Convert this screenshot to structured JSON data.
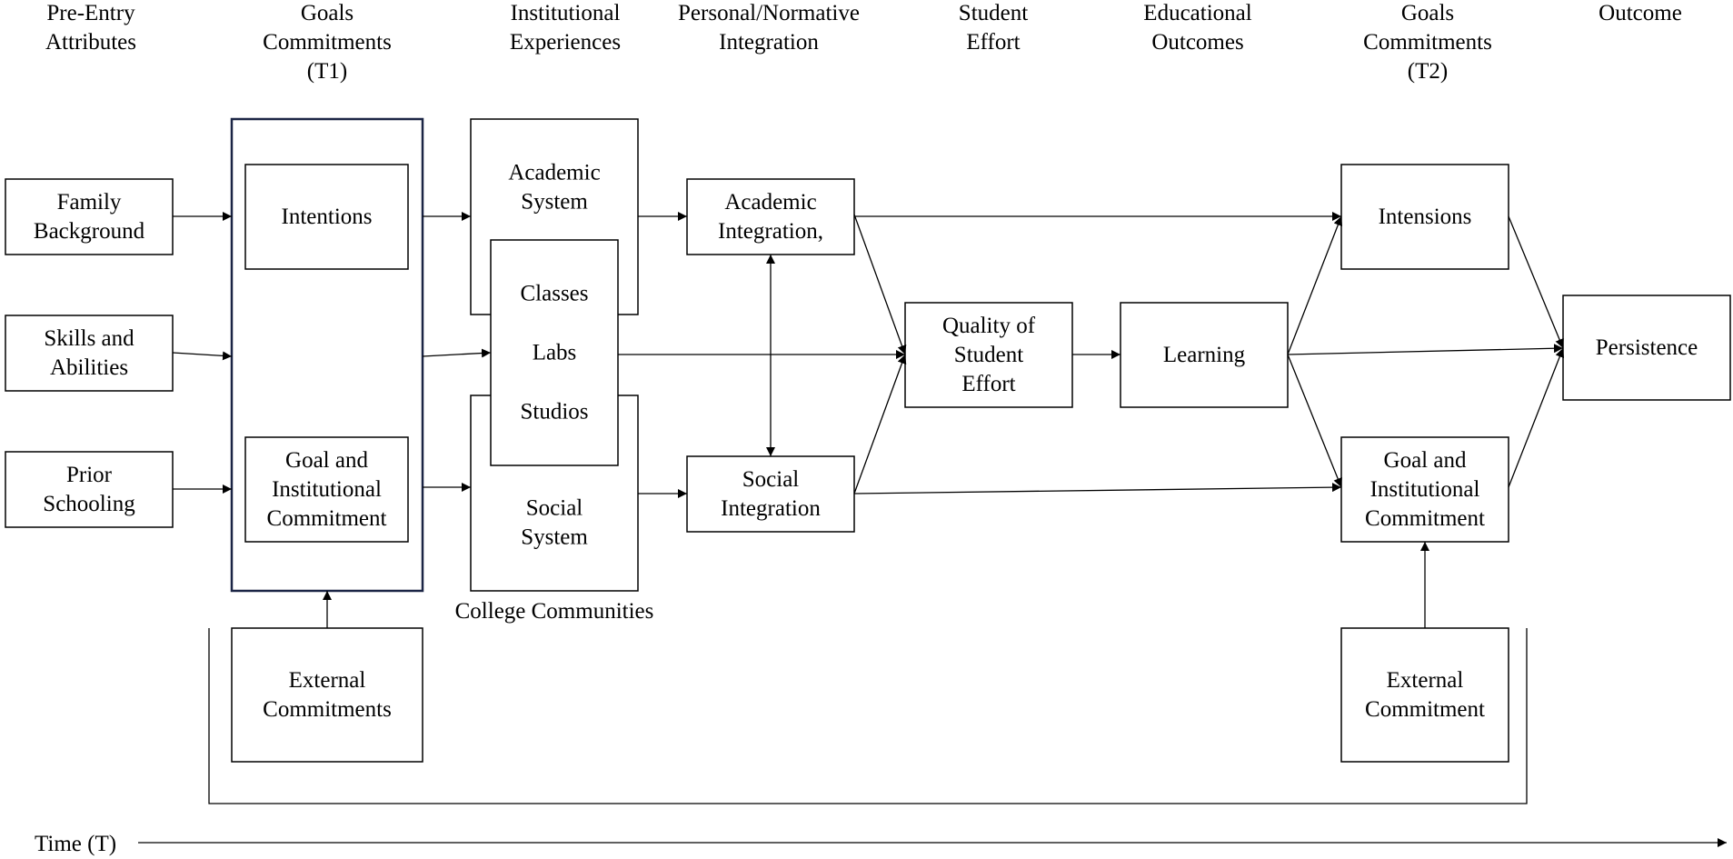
{
  "headers": [
    {
      "id": "pre-entry",
      "lines": [
        "Pre-Entry",
        "Attributes"
      ]
    },
    {
      "id": "goals-t1",
      "lines": [
        "Goals",
        "Commitments",
        "(T1)"
      ]
    },
    {
      "id": "institutional",
      "lines": [
        "Institutional",
        "Experiences"
      ]
    },
    {
      "id": "integration",
      "lines": [
        "Personal/Normative",
        "Integration"
      ]
    },
    {
      "id": "student-effort",
      "lines": [
        "Student",
        "Effort"
      ]
    },
    {
      "id": "educational",
      "lines": [
        "Educational",
        "Outcomes"
      ]
    },
    {
      "id": "goals-t2",
      "lines": [
        "Goals",
        "Commitments",
        "(T2)"
      ]
    },
    {
      "id": "outcome",
      "lines": [
        "Outcome"
      ]
    }
  ],
  "nodes": [
    {
      "id": "family-background",
      "lines": [
        "Family",
        "Background"
      ]
    },
    {
      "id": "skills-abilities",
      "lines": [
        "Skills and",
        "Abilities"
      ]
    },
    {
      "id": "prior-schooling",
      "lines": [
        "Prior",
        "Schooling"
      ]
    },
    {
      "id": "goals-group",
      "lines": []
    },
    {
      "id": "intentions-t1",
      "lines": [
        "Intentions"
      ]
    },
    {
      "id": "goal-commitment-t1",
      "lines": [
        "Goal and",
        "Institutional",
        "Commitment"
      ]
    },
    {
      "id": "external-commitments",
      "lines": [
        "External",
        "Commitments"
      ]
    },
    {
      "id": "academic-system",
      "lines": [
        "Academic",
        "System"
      ]
    },
    {
      "id": "social-system",
      "lines": [
        "Social",
        "System"
      ]
    },
    {
      "id": "classes-labs-studios",
      "lines": [
        "Classes",
        "Labs",
        "Studios"
      ]
    },
    {
      "id": "academic-integration",
      "lines": [
        "Academic",
        "Integration,"
      ]
    },
    {
      "id": "social-integration",
      "lines": [
        "Social",
        "Integration"
      ]
    },
    {
      "id": "quality-student-effort",
      "lines": [
        "Quality of",
        "Student",
        "Effort"
      ]
    },
    {
      "id": "learning",
      "lines": [
        "Learning"
      ]
    },
    {
      "id": "intensions-t2",
      "lines": [
        "Intensions"
      ]
    },
    {
      "id": "goal-commitment-t2",
      "lines": [
        "Goal and",
        "Institutional",
        "Commitment"
      ]
    },
    {
      "id": "external-commitment",
      "lines": [
        "External",
        "Commitment"
      ]
    },
    {
      "id": "persistence",
      "lines": [
        "Persistence"
      ]
    }
  ],
  "edges": [
    {
      "from": "family-background",
      "to": "goals-group"
    },
    {
      "from": "skills-abilities",
      "to": "goals-group"
    },
    {
      "from": "prior-schooling",
      "to": "goals-group"
    },
    {
      "from": "external-commitments",
      "to": "goals-group"
    },
    {
      "from": "goals-group",
      "to": "academic-system"
    },
    {
      "from": "goals-group",
      "to": "classes-labs-studios"
    },
    {
      "from": "goals-group",
      "to": "social-system"
    },
    {
      "from": "academic-system",
      "to": "academic-integration"
    },
    {
      "from": "social-system",
      "to": "social-integration"
    },
    {
      "from": "academic-integration",
      "to": "social-integration",
      "bidirectional": true
    },
    {
      "from": "academic-integration",
      "to": "quality-student-effort"
    },
    {
      "from": "classes-labs-studios",
      "to": "quality-student-effort"
    },
    {
      "from": "social-integration",
      "to": "quality-student-effort"
    },
    {
      "from": "academic-integration",
      "to": "intensions-t2"
    },
    {
      "from": "social-integration",
      "to": "goal-commitment-t2"
    },
    {
      "from": "quality-student-effort",
      "to": "learning"
    },
    {
      "from": "learning",
      "to": "intensions-t2"
    },
    {
      "from": "learning",
      "to": "goal-commitment-t2"
    },
    {
      "from": "learning",
      "to": "persistence"
    },
    {
      "from": "intensions-t2",
      "to": "persistence"
    },
    {
      "from": "goal-commitment-t2",
      "to": "persistence"
    },
    {
      "from": "external-commitment",
      "to": "goal-commitment-t2"
    }
  ],
  "annotations": {
    "college_communities": "College Communities",
    "time_label": "Time (T)"
  }
}
